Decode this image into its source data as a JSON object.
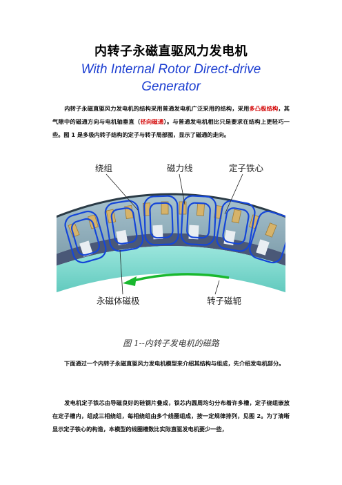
{
  "title": {
    "cn": "内转子永磁直驱风力发电机",
    "en_line1": "With Internal Rotor Direct-drive",
    "en_line2": "Generator"
  },
  "para1": {
    "part1": "内转子永磁直驱风力发电机的结构采用普通发电机广泛采用的结构，采用",
    "hl1": "多凸极结构",
    "part2": "，其气隙中的磁通方向与电机轴垂直（",
    "hl2": "径向磁通",
    "part3": "）。与普通发电机相比只是要求在结构上更轻巧一些。图 1 是多极内转子结构的定子与转子局部图，显示了磁通的走向。"
  },
  "figure": {
    "labels": {
      "winding": "绕组",
      "flux": "磁力线",
      "stator_core": "定子铁心",
      "magnet_pole": "永磁体磁极",
      "rotor_yoke": "转子磁轭"
    },
    "colors": {
      "stator": "#8fb0bd",
      "stator_edge": "#2b3b46",
      "coil": "#d6b36a",
      "flux_line": "#1546d8",
      "rotor_yoke": "#7fd9cf",
      "magnet_dark": "#4a5877",
      "arrow": "#19b82e"
    }
  },
  "caption": "图 1--内转子发电机的磁路",
  "para2": "下面通过一个内转子永磁直驱风力发电机模型来介绍其结构与组成，先介绍发电机部分。",
  "para3": "发电机定子铁芯由导磁良好的硅钢片叠成，铁芯内圆周均匀分布着许多槽，定子绕组嵌放在定子槽内，组成三相绕组，每相绕组由多个线圈组成，按一定规律排列，见图 2。为了清晰显示定子铁心的构造，本模型的线圈槽数比实际直驱发电机要少一些，"
}
